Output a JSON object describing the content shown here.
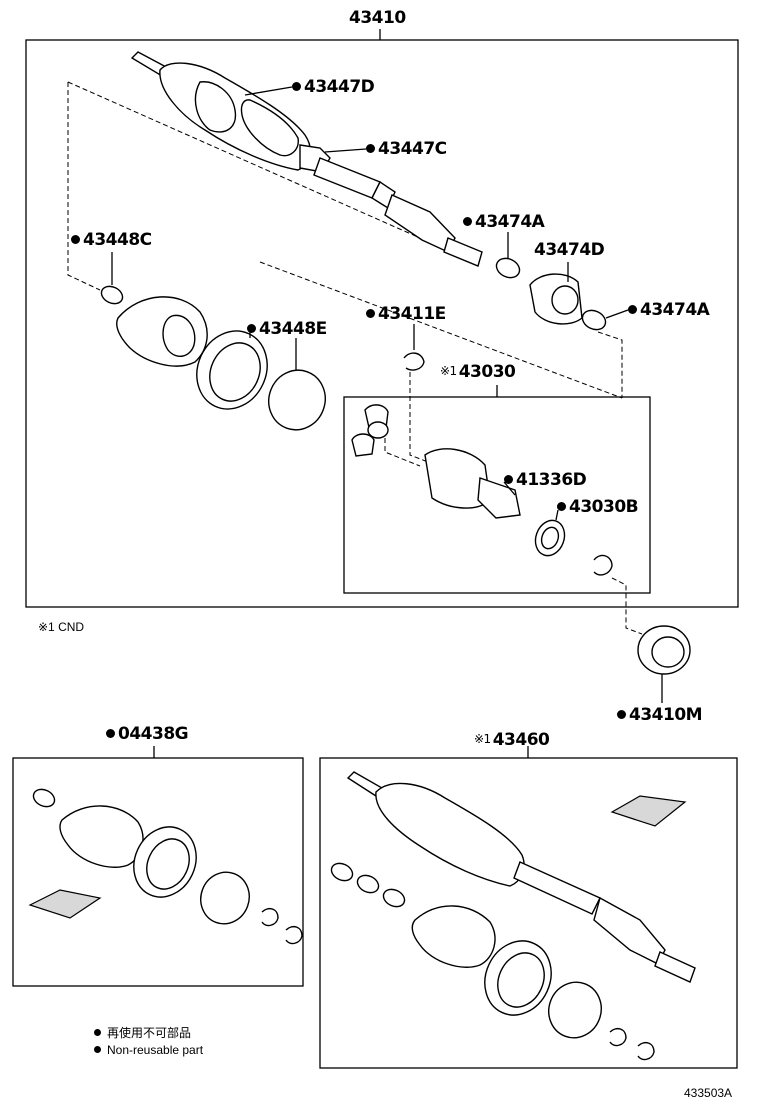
{
  "labels": {
    "assembly_main": "43410",
    "p43447D": "43447D",
    "p43447C": "43447C",
    "p43448C": "43448C",
    "p43474A_top": "43474A",
    "p43474D": "43474D",
    "p43474A_right": "43474A",
    "p43448E": "43448E",
    "p43411E": "43411E",
    "p43030": "43030",
    "p41336D": "41336D",
    "p43030B": "43030B",
    "p43410M": "43410M",
    "kit_04438G": "04438G",
    "assembly_43460": "43460",
    "doc_code": "433503A"
  },
  "footnote": {
    "mark": "※1",
    "text": "CND"
  },
  "ref_mark": "※1",
  "legend": {
    "line1": "再使用不可部品",
    "line2": "Non-reusable part"
  },
  "icons": {
    "bullet": "filled-circle",
    "reference": "reference-mark"
  }
}
